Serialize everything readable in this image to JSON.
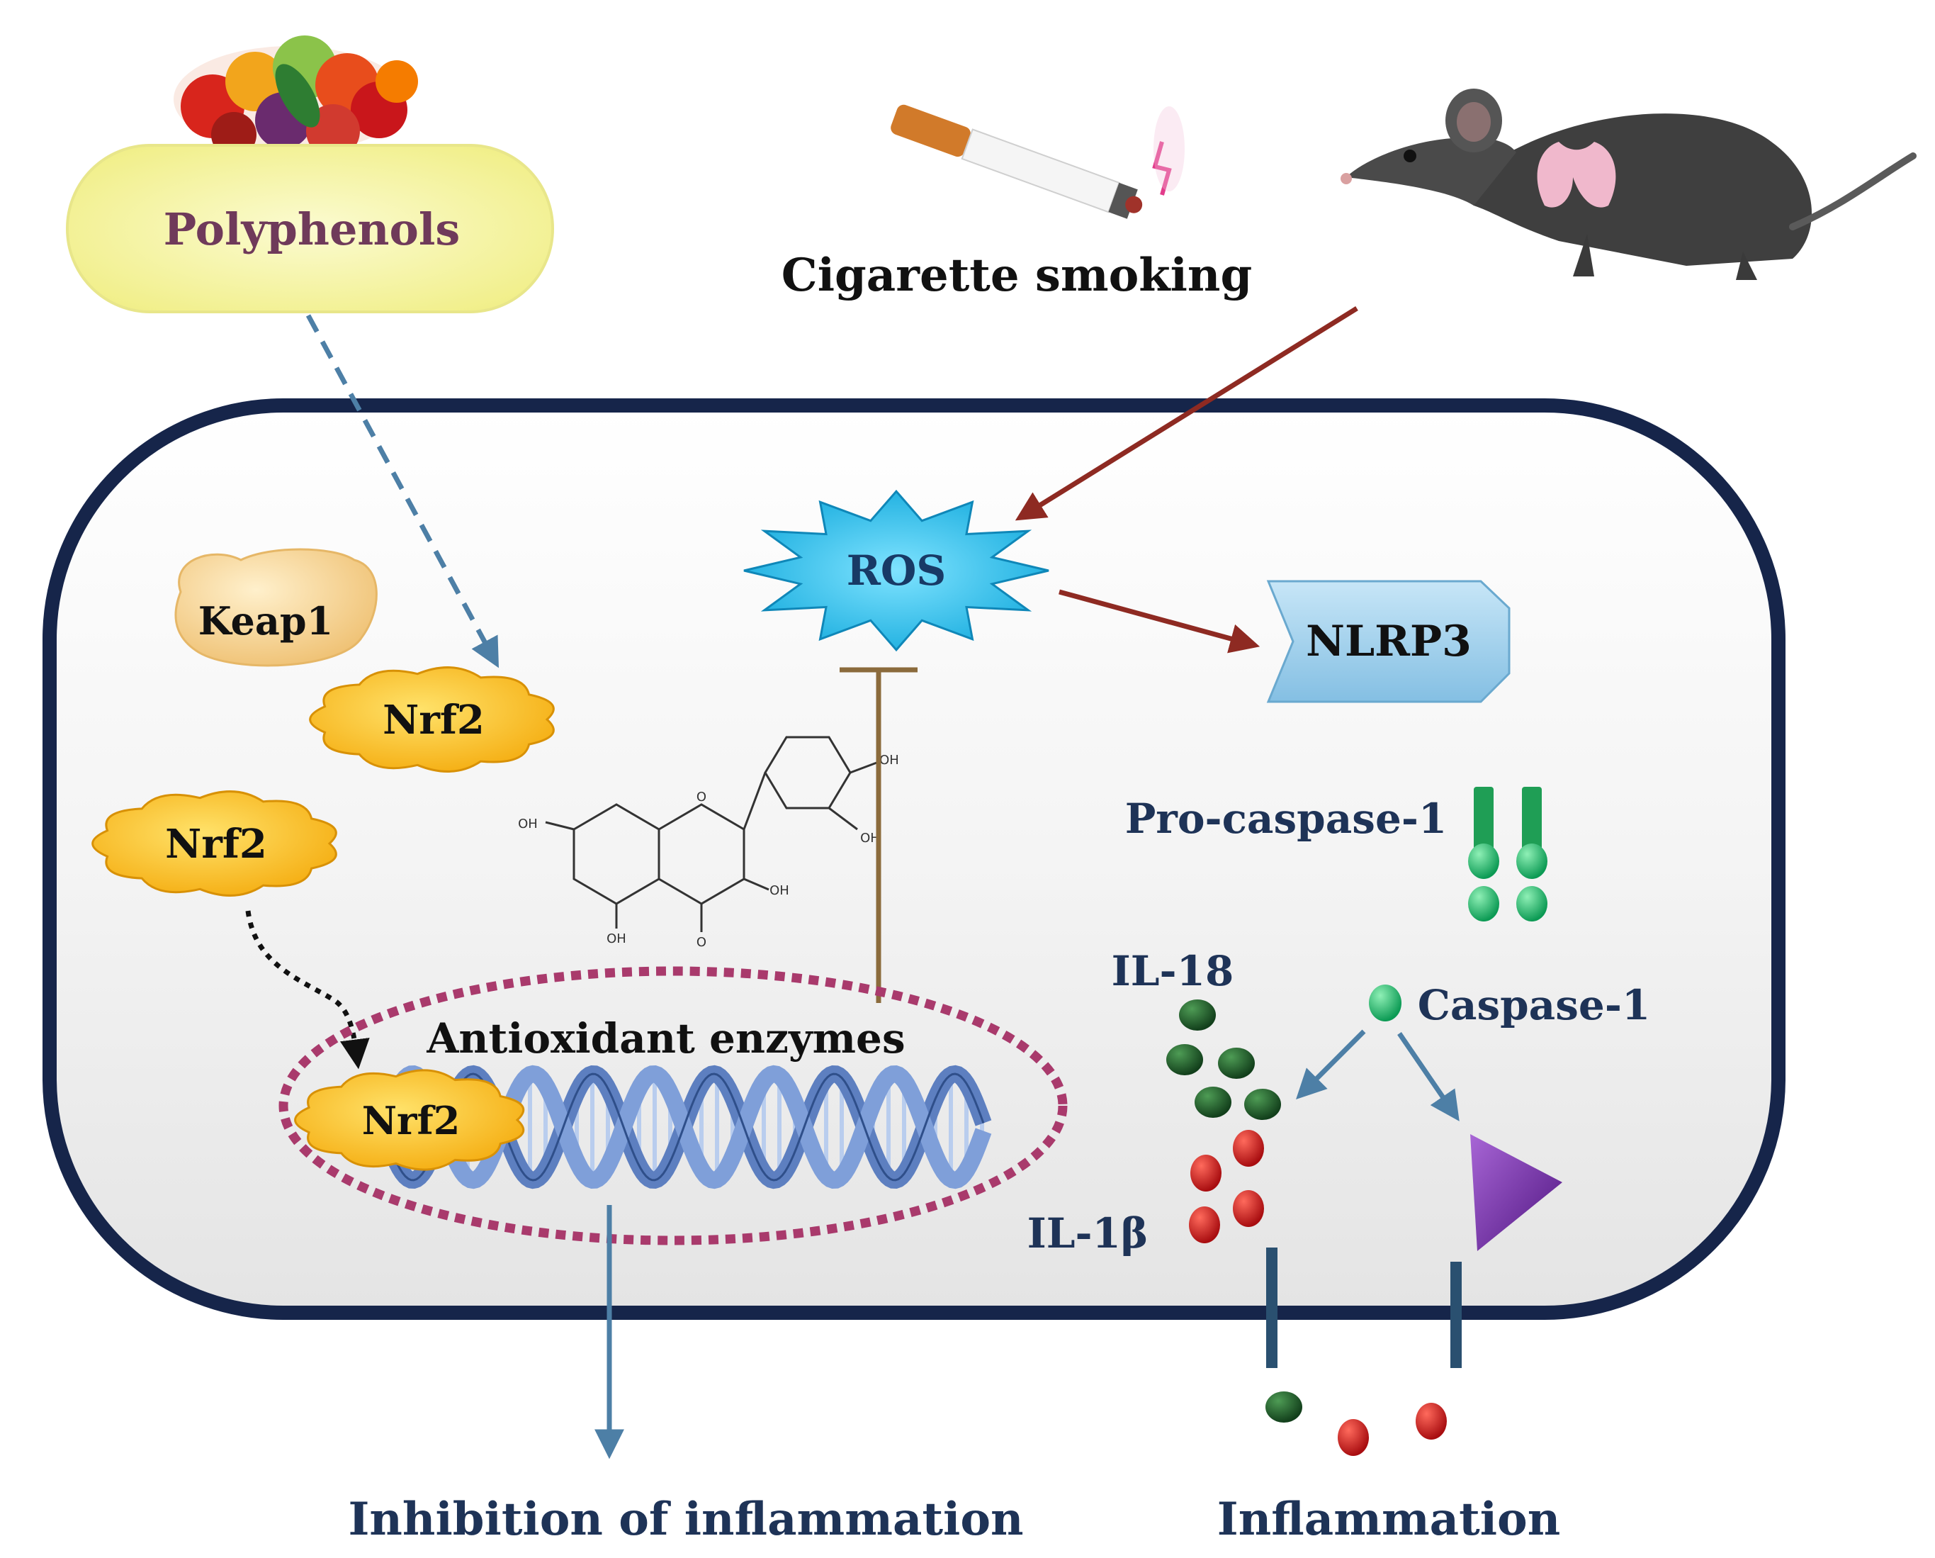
{
  "labels": {
    "polyphenols": "Polyphenols",
    "cigarette_smoking": "Cigarette smoking",
    "ros": "ROS",
    "nlrp3": "NLRP3",
    "keap1": "Keap1",
    "nrf2": "Nrf2",
    "pro_caspase_1": "Pro-caspase-1",
    "caspase_1": "Caspase-1",
    "il_18": "IL-18",
    "il_1b": "IL-1β",
    "antioxidant_enzymes": "Antioxidant enzymes",
    "inhibition_of_inflammation": "Inhibition of inflammation",
    "inflammation": "Inflammation"
  },
  "molecule": {
    "oh": "OH",
    "o": "O"
  },
  "colors": {
    "cell_border": "#16254a",
    "ros_fill": "#29c4ee",
    "nlrp3_fill": "#9fd2ee",
    "nrf2_fill": "#ffc21c",
    "keap1_fill": "#f8d79a",
    "polyphenol_fill": "#f6f59b",
    "arrow_red": "#8e2a22",
    "arrow_blue": "#4d7fa6",
    "inhibit_brown": "#8b6b3c",
    "dna_blue": "#6c8fcf",
    "nucleus_dots": "#a93a6c",
    "il18_green": "#1f5e2a",
    "il1b_red": "#d0181b",
    "caspase_green": "#1bb36a",
    "triangle_purple": "#7a2fa8"
  }
}
